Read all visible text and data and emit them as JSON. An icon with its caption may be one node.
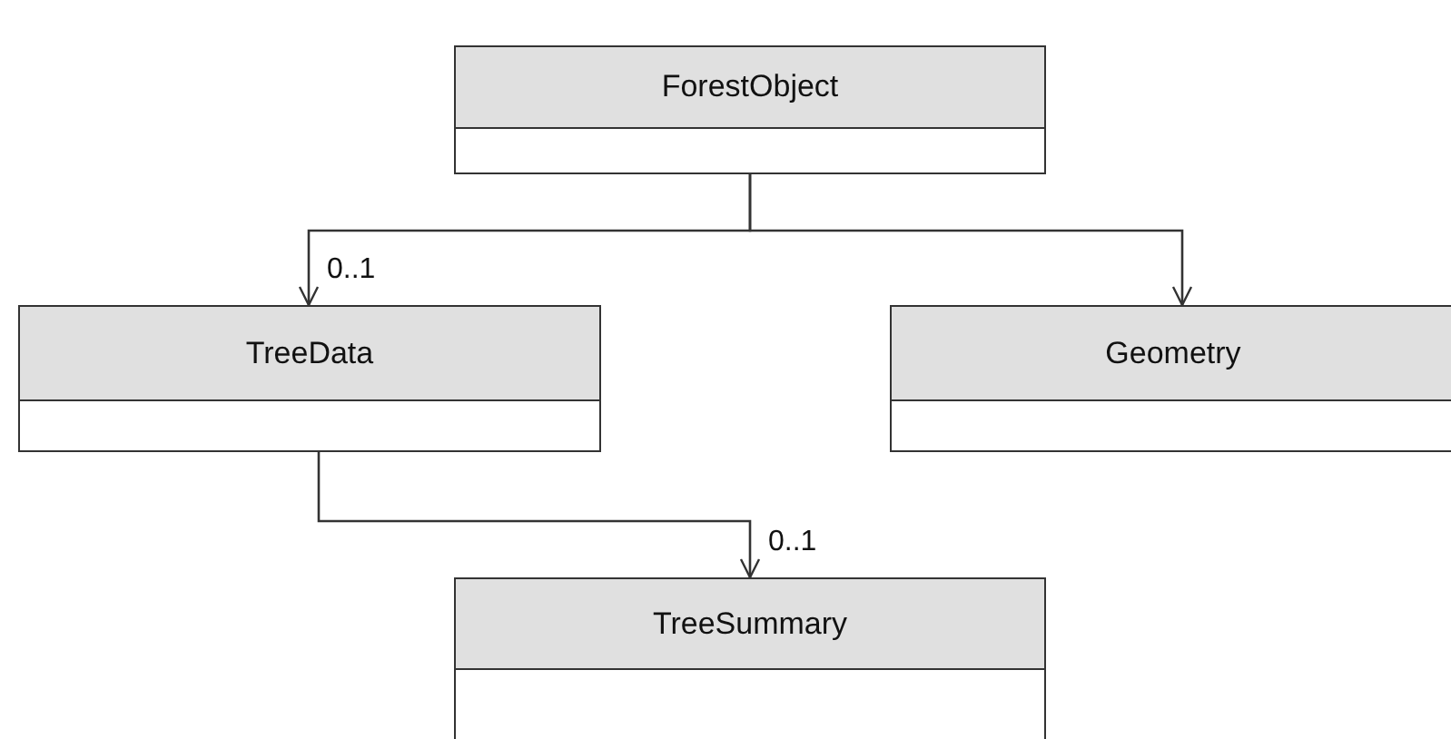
{
  "diagram": {
    "nodes": [
      {
        "text": [
          "ForestObject"
        ]
      },
      {
        "text": [
          "TreeData"
        ]
      },
      {
        "text": [
          "Geometry"
        ]
      },
      {
        "text": [
          "TreeSummary"
        ]
      }
    ],
    "edges": [
      {
        "from": 0,
        "to": 1,
        "arrow": "to",
        "label": "0..1"
      },
      {
        "from": 0,
        "to": 2,
        "arrow": "to"
      },
      {
        "from": 1,
        "to": 3,
        "arrow": "to",
        "label": "0..1"
      }
    ]
  }
}
